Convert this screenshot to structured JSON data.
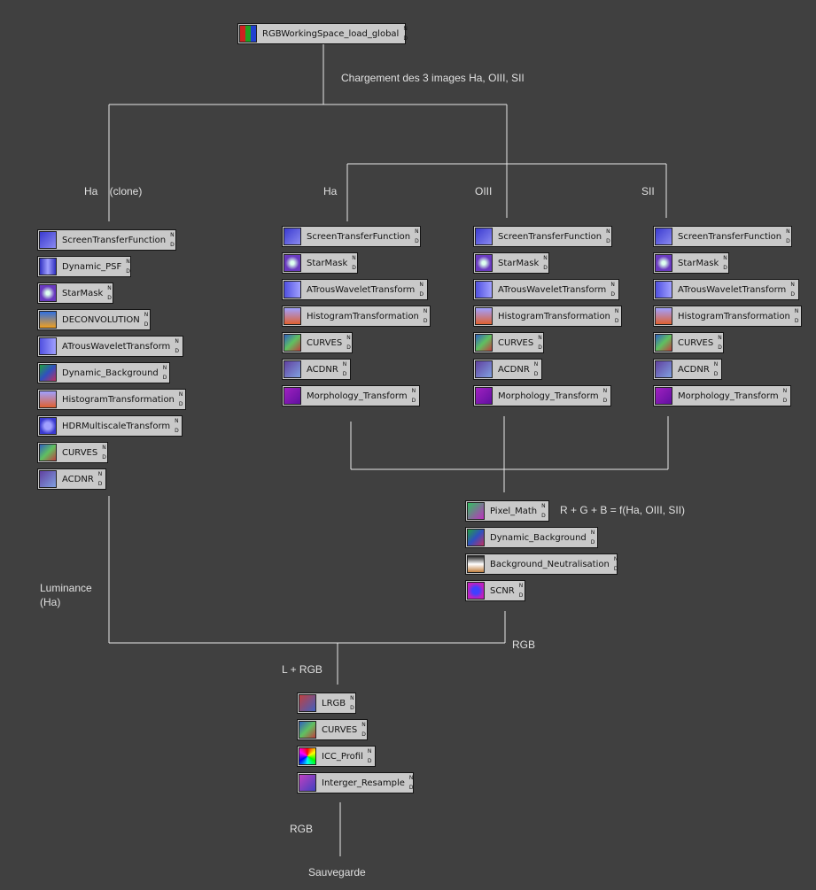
{
  "top": {
    "icon": "RGBWorkingSpace_load_global",
    "caption": "Chargement des 3 images Ha, OIII, SII"
  },
  "labels": {
    "ha_clone": "Ha    (clone)",
    "ha": "Ha",
    "oiii": "OIII",
    "sii": "SII",
    "luminance": "Luminance\n(Ha)",
    "rgb": "RGB",
    "l_plus_rgb": "L + RGB",
    "rgb_out": "RGB",
    "save": "Sauvegarde",
    "pixelmath_formula": "R + G + B = f(Ha, OIII, SII)"
  },
  "luminance_chain": [
    "ScreenTransferFunction",
    "Dynamic_PSF",
    "StarMask",
    "DECONVOLUTION",
    "ATrousWaveletTransform",
    "Dynamic_Background",
    "HistogramTransformation",
    "HDRMultiscaleTransform",
    "CURVES",
    "ACDNR"
  ],
  "channel_chain": [
    "ScreenTransferFunction",
    "StarMask",
    "ATrousWaveletTransform",
    "HistogramTransformation",
    "CURVES",
    "ACDNR",
    "Morphology_Transform"
  ],
  "rgb_chain": [
    "Pixel_Math",
    "Dynamic_Background",
    "Background_Neutralisation",
    "SCNR"
  ],
  "final_chain": [
    "LRGB",
    "CURVES",
    "ICC_Profil",
    "Interger_Resample"
  ],
  "icon_mark": {
    "top": "N",
    "bottom": "D"
  },
  "colors": {
    "background": "#404040",
    "wire": "#e8e8e8",
    "label": "#e0e0e0",
    "icon_bg": "#c9c9c9"
  }
}
